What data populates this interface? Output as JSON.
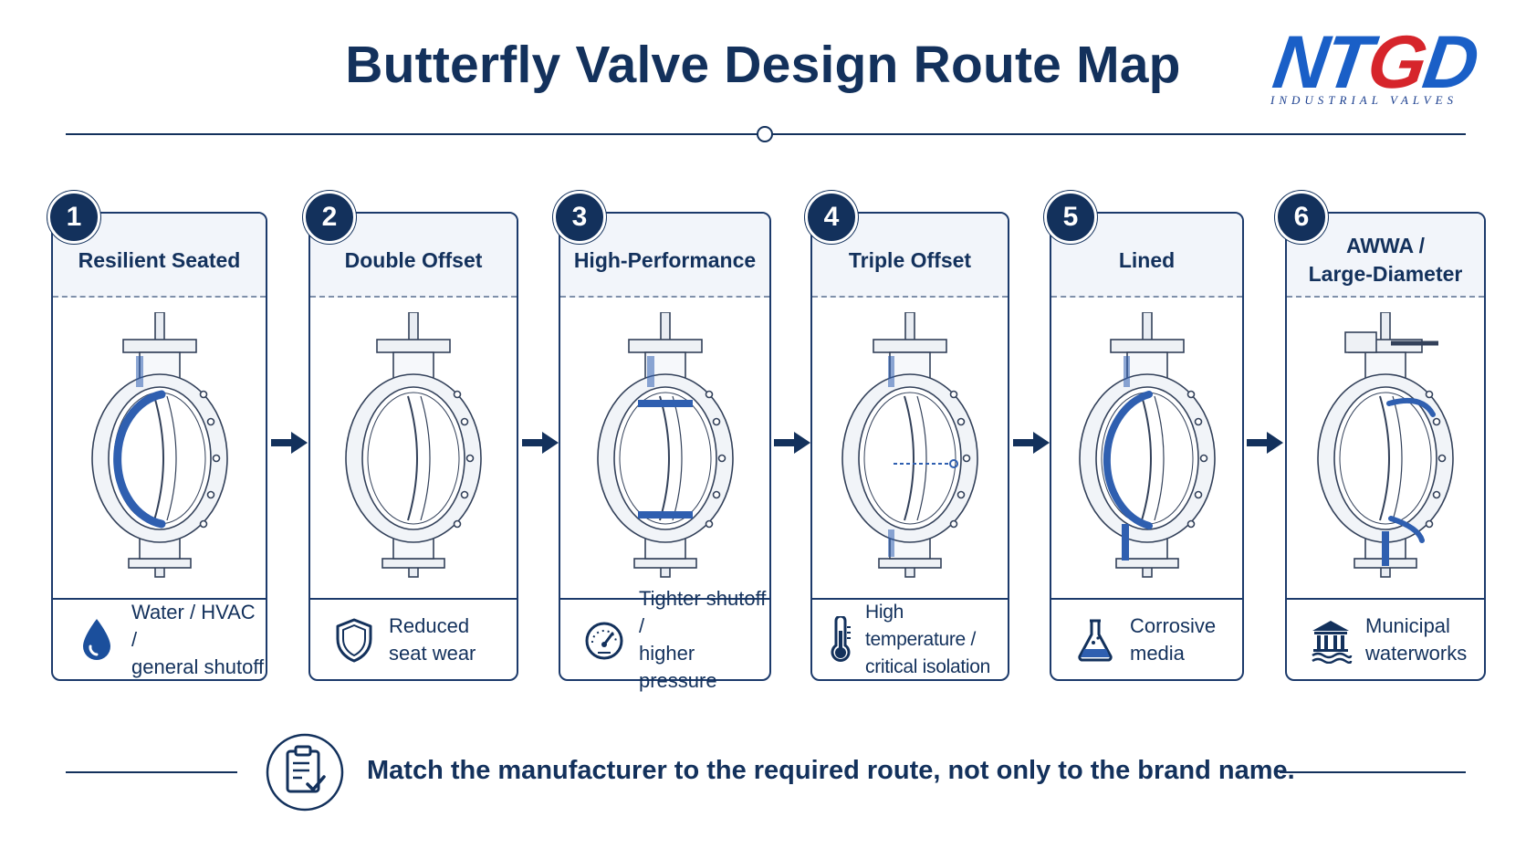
{
  "header": {
    "title": "Butterfly Valve Design Route Map",
    "logo": {
      "mark": "NTGD",
      "subtitle": "INDUSTRIAL VALVES"
    }
  },
  "colors": {
    "navy": "#13315c",
    "blue_accent": "#2f5fb0",
    "logo_blue": "#1a5fc7",
    "logo_red": "#d6252b"
  },
  "routes": [
    {
      "number": "1",
      "title_lines": [
        "Resilient Seated",
        ""
      ],
      "use_lines": [
        "Water / HVAC /",
        "general shutoff"
      ],
      "icon": "water-drop-icon"
    },
    {
      "number": "2",
      "title_lines": [
        "Double Offset",
        ""
      ],
      "use_lines": [
        "Reduced",
        "seat wear"
      ],
      "icon": "shield-icon"
    },
    {
      "number": "3",
      "title_lines": [
        "High-Performance",
        ""
      ],
      "use_lines": [
        "Tighter shutoff /",
        "higher pressure"
      ],
      "icon": "pressure-gauge-icon"
    },
    {
      "number": "4",
      "title_lines": [
        "Triple Offset",
        ""
      ],
      "use_lines": [
        "High temperature /",
        "critical isolation"
      ],
      "icon": "thermometer-icon"
    },
    {
      "number": "5",
      "title_lines": [
        "Lined",
        ""
      ],
      "use_lines": [
        "Corrosive",
        "media"
      ],
      "icon": "flask-icon"
    },
    {
      "number": "6",
      "title_lines": [
        "AWWA /",
        "Large-Diameter"
      ],
      "use_lines": [
        "Municipal",
        "waterworks"
      ],
      "icon": "waterworks-building-icon"
    }
  ],
  "footer": {
    "message": "Match the manufacturer to the required route, not only to the brand name.",
    "icon": "clipboard-check-icon"
  }
}
